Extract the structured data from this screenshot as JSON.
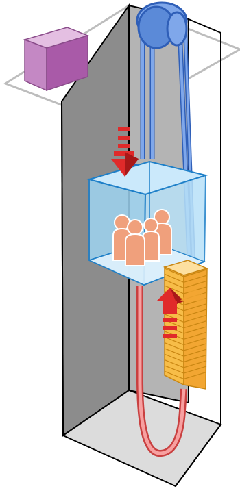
{
  "diagram": {
    "type": "elevator-traction-system",
    "components": [
      "machine-room",
      "traction-sheave",
      "hoist-cable",
      "elevator-car",
      "passengers",
      "counterweight",
      "compensation-cable",
      "shaft"
    ],
    "passenger_count": 4,
    "arrows": [
      {
        "component": "elevator-car",
        "direction": "down"
      },
      {
        "component": "counterweight",
        "direction": "up"
      }
    ]
  },
  "colors": {
    "shaft_wall": "#8c8c8c",
    "shaft_back": "#b4b4b4",
    "shaft_floor": "#dcdcdc",
    "motor_box": "#a95aa8",
    "sheave": "#5b8ad8",
    "cable": "#5b8ad8",
    "car_glass": "#9ed4f2",
    "passengers": "#f0a07c",
    "counterweight": "#f7bd48",
    "compensation_cable": "#f06a6a",
    "arrow": "#e02a2a"
  }
}
